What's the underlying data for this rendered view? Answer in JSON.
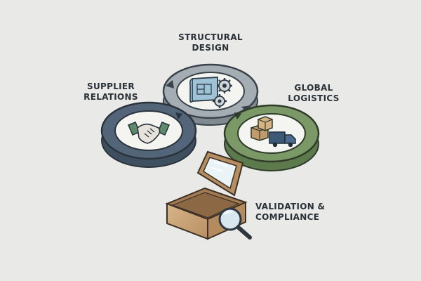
{
  "labels": {
    "structural": {
      "line1": "STRUCTURAL",
      "line2": "DESIGN"
    },
    "supplier": {
      "line1": "SUPPLIER",
      "line2": "RELATIONS"
    },
    "logistics": {
      "line1": "GLOBAL",
      "line2": "LOGISTICS"
    },
    "validation": {
      "line1": "VALIDATION &",
      "line2": "COMPLIANCE"
    }
  },
  "colors": {
    "background": "#e9e9e7",
    "supplier_ring": "#4f6377",
    "structural_ring": "#9fa9af",
    "logistics_ring": "#74935f",
    "box": "#c9a47a",
    "text": "#2b3138"
  },
  "icons": {
    "supplier": "handshake-icon",
    "structural": "blueprint-gears-icon",
    "logistics": "boxes-truck-icon",
    "validation": "magnifier-icon"
  }
}
